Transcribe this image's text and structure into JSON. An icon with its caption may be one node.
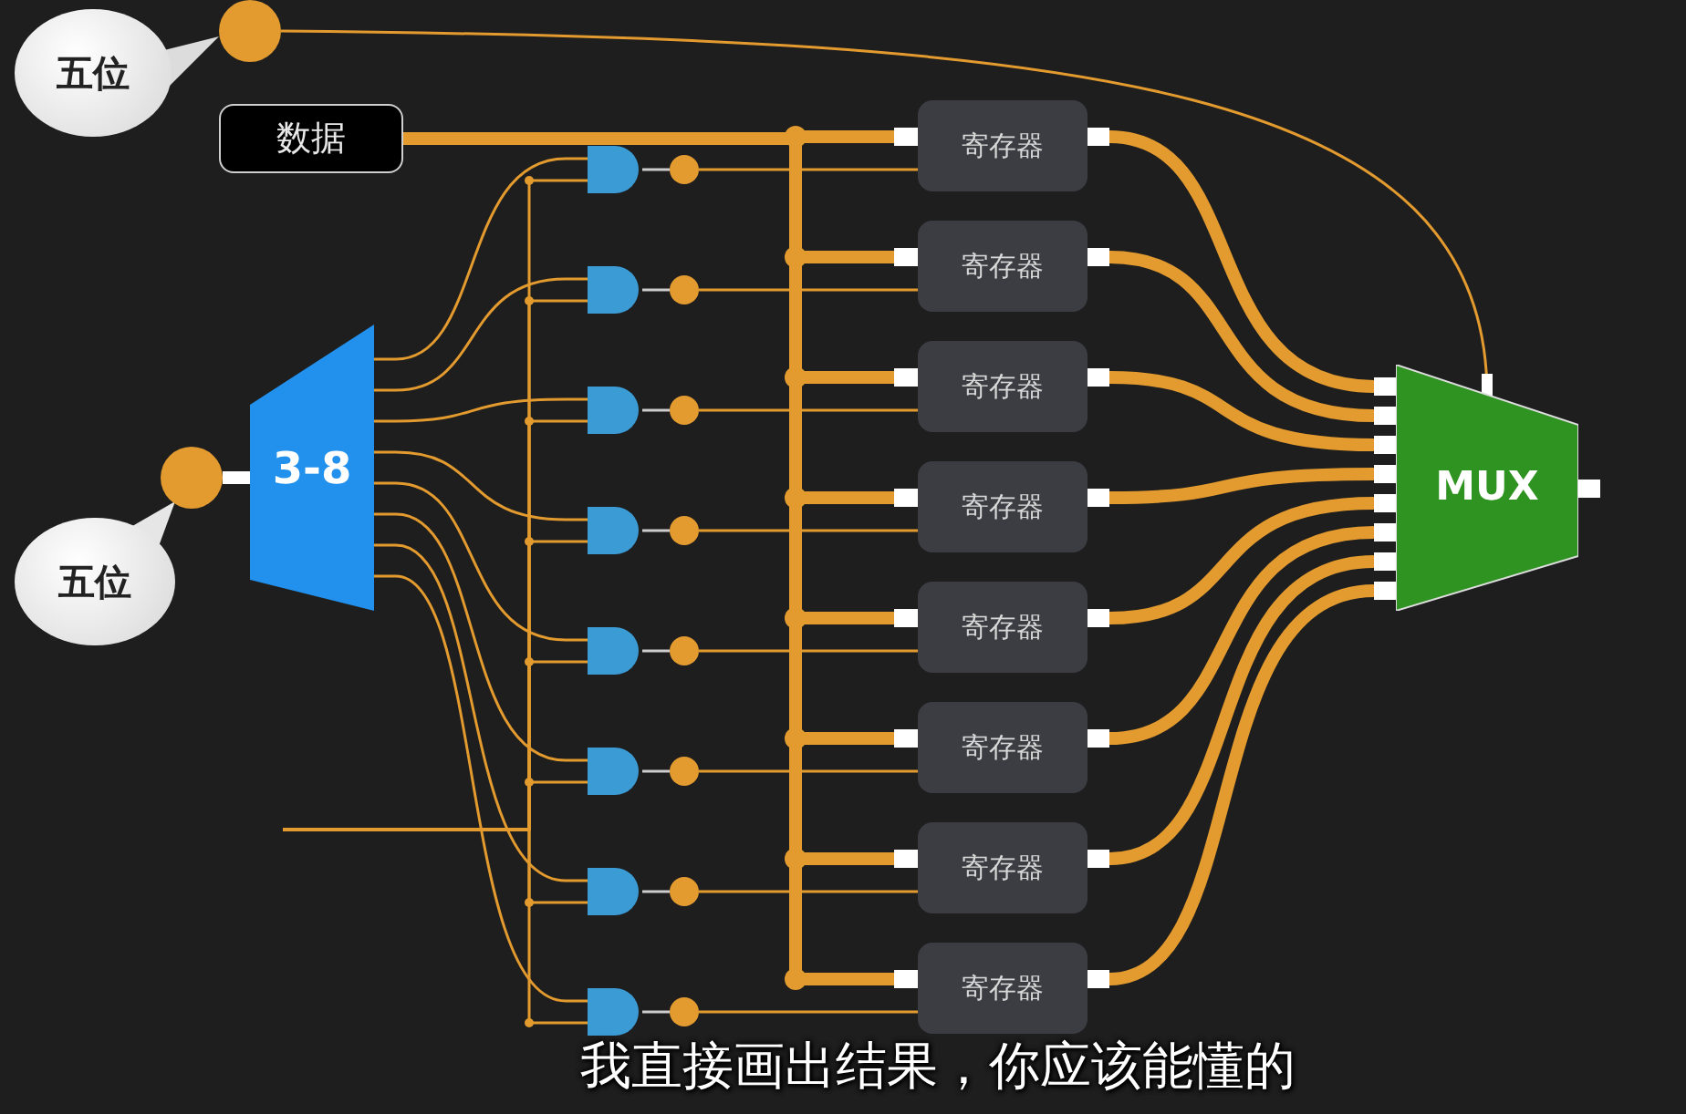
{
  "diagram": {
    "caption": "我直接画出结果，你应该能懂的",
    "nodes": [
      {
        "text": [
          "五位"
        ]
      },
      {
        "text": [],
        "shape": "circle"
      },
      {
        "text": [
          "数据"
        ]
      },
      {
        "text": [
          "五位"
        ]
      },
      {
        "text": [],
        "shape": "circle"
      },
      {
        "text": [
          "3-8"
        ]
      },
      {
        "text": [],
        "shape": "gate"
      },
      {
        "text": [],
        "shape": "gate"
      },
      {
        "text": [],
        "shape": "gate"
      },
      {
        "text": [],
        "shape": "gate"
      },
      {
        "text": [],
        "shape": "gate"
      },
      {
        "text": [],
        "shape": "gate"
      },
      {
        "text": [],
        "shape": "gate"
      },
      {
        "text": [],
        "shape": "gate"
      },
      {
        "text": [],
        "shape": "circle"
      },
      {
        "text": [],
        "shape": "circle"
      },
      {
        "text": [],
        "shape": "circle"
      },
      {
        "text": [],
        "shape": "circle"
      },
      {
        "text": [],
        "shape": "circle"
      },
      {
        "text": [],
        "shape": "circle"
      },
      {
        "text": [],
        "shape": "circle"
      },
      {
        "text": [],
        "shape": "circle"
      },
      {
        "text": [
          "寄存器"
        ]
      },
      {
        "text": [
          "寄存器"
        ]
      },
      {
        "text": [
          "寄存器"
        ]
      },
      {
        "text": [
          "寄存器"
        ]
      },
      {
        "text": [
          "寄存器"
        ]
      },
      {
        "text": [
          "寄存器"
        ]
      },
      {
        "text": [
          "寄存器"
        ]
      },
      {
        "text": [
          "寄存器"
        ]
      },
      {
        "text": [
          "MUX"
        ]
      }
    ],
    "edges": [
      {
        "from": 1,
        "to": 30,
        "arrow": "none"
      },
      {
        "from": 4,
        "to": 5,
        "arrow": "none",
        "style": "thick",
        "color": "#ffffff"
      },
      {
        "from": 2,
        "to": 22,
        "arrow": "none",
        "style": "thick"
      },
      {
        "from": 2,
        "to": 23,
        "arrow": "none",
        "style": "thick"
      },
      {
        "from": 2,
        "to": 24,
        "arrow": "none",
        "style": "thick"
      },
      {
        "from": 2,
        "to": 25,
        "arrow": "none",
        "style": "thick"
      },
      {
        "from": 2,
        "to": 26,
        "arrow": "none",
        "style": "thick"
      },
      {
        "from": 2,
        "to": 27,
        "arrow": "none",
        "style": "thick"
      },
      {
        "from": 2,
        "to": 28,
        "arrow": "none",
        "style": "thick"
      },
      {
        "from": 2,
        "to": 29,
        "arrow": "none",
        "style": "thick"
      },
      {
        "from": 5,
        "to": 6,
        "arrow": "none"
      },
      {
        "from": 5,
        "to": 7,
        "arrow": "none"
      },
      {
        "from": 5,
        "to": 8,
        "arrow": "none"
      },
      {
        "from": 5,
        "to": 9,
        "arrow": "none"
      },
      {
        "from": 5,
        "to": 10,
        "arrow": "none"
      },
      {
        "from": 5,
        "to": 11,
        "arrow": "none"
      },
      {
        "from": 5,
        "to": 12,
        "arrow": "none"
      },
      {
        "from": 5,
        "to": 13,
        "arrow": "none"
      },
      {
        "from": 6,
        "to": 14,
        "arrow": "none",
        "color": "#cccccc"
      },
      {
        "from": 7,
        "to": 15,
        "arrow": "none",
        "color": "#cccccc"
      },
      {
        "from": 8,
        "to": 16,
        "arrow": "none",
        "color": "#cccccc"
      },
      {
        "from": 9,
        "to": 17,
        "arrow": "none",
        "color": "#cccccc"
      },
      {
        "from": 10,
        "to": 18,
        "arrow": "none",
        "color": "#cccccc"
      },
      {
        "from": 11,
        "to": 19,
        "arrow": "none",
        "color": "#cccccc"
      },
      {
        "from": 12,
        "to": 20,
        "arrow": "none",
        "color": "#cccccc"
      },
      {
        "from": 13,
        "to": 21,
        "arrow": "none",
        "color": "#cccccc"
      },
      {
        "from": 14,
        "to": 22,
        "arrow": "none"
      },
      {
        "from": 15,
        "to": 23,
        "arrow": "none"
      },
      {
        "from": 16,
        "to": 24,
        "arrow": "none"
      },
      {
        "from": 17,
        "to": 25,
        "arrow": "none"
      },
      {
        "from": 18,
        "to": 26,
        "arrow": "none"
      },
      {
        "from": 19,
        "to": 27,
        "arrow": "none"
      },
      {
        "from": 20,
        "to": 28,
        "arrow": "none"
      },
      {
        "from": 21,
        "to": 29,
        "arrow": "none"
      },
      {
        "from": null,
        "to": 6,
        "arrow": "none"
      },
      {
        "from": null,
        "to": 7,
        "arrow": "none"
      },
      {
        "from": null,
        "to": 8,
        "arrow": "none"
      },
      {
        "from": null,
        "to": 9,
        "arrow": "none"
      },
      {
        "from": null,
        "to": 10,
        "arrow": "none"
      },
      {
        "from": null,
        "to": 11,
        "arrow": "none"
      },
      {
        "from": null,
        "to": 12,
        "arrow": "none"
      },
      {
        "from": null,
        "to": 13,
        "arrow": "none"
      },
      {
        "from": 22,
        "to": 30,
        "arrow": "none",
        "style": "thick"
      },
      {
        "from": 23,
        "to": 30,
        "arrow": "none",
        "style": "thick"
      },
      {
        "from": 24,
        "to": 30,
        "arrow": "none",
        "style": "thick"
      },
      {
        "from": 25,
        "to": 30,
        "arrow": "none",
        "style": "thick"
      },
      {
        "from": 26,
        "to": 30,
        "arrow": "none",
        "style": "thick"
      },
      {
        "from": 27,
        "to": 30,
        "arrow": "none",
        "style": "thick"
      },
      {
        "from": 28,
        "to": 30,
        "arrow": "none",
        "style": "thick"
      },
      {
        "from": 29,
        "to": 30,
        "arrow": "none",
        "style": "thick"
      }
    ]
  }
}
